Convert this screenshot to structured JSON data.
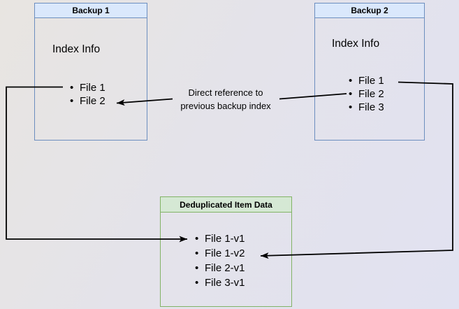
{
  "backup1": {
    "title": "Backup 1",
    "subtitle": "Index Info",
    "files": [
      "File 1",
      "File 2"
    ]
  },
  "backup2": {
    "title": "Backup 2",
    "subtitle": "Index Info",
    "files": [
      "File 1",
      "File 2",
      "File 3"
    ]
  },
  "dedup": {
    "title": "Deduplicated Item Data",
    "items": [
      "File 1-v1",
      "File 1-v2",
      "File 2-v1",
      "File 3-v1"
    ]
  },
  "annotation": {
    "line1": "Direct reference to",
    "line2": "previous backup index"
  },
  "colors": {
    "blue_border": "#6c8ebf",
    "blue_header_fill": "#dae8fc",
    "green_border": "#82b366",
    "green_header_fill": "#d5e8d4",
    "arrow": "#000000",
    "background_start": "#e8e5e1",
    "background_end": "#e1e2f1"
  }
}
